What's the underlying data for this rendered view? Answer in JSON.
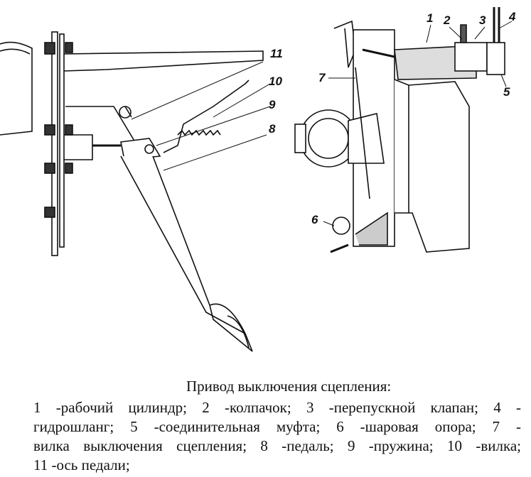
{
  "labels": {
    "l1": "1",
    "l2": "2",
    "l3": "3",
    "l4": "4",
    "l5": "5",
    "l6": "6",
    "l7": "7",
    "l8": "8",
    "l9": "9",
    "l10": "10",
    "l11": "11"
  },
  "caption": {
    "title": "Привод выключения сцепления:",
    "lines": [
      "1 -рабочий цилиндр; 2 -колпачок; 3 -перепускной клапан; 4 -",
      "гидрошланг; 5 -соединительная муфта; 6 -шаровая опора; 7 -",
      "вилка выключения сцепления; 8 -педаль; 9 -пружина; 10 -вилка;",
      "11 -ось педали;"
    ]
  }
}
